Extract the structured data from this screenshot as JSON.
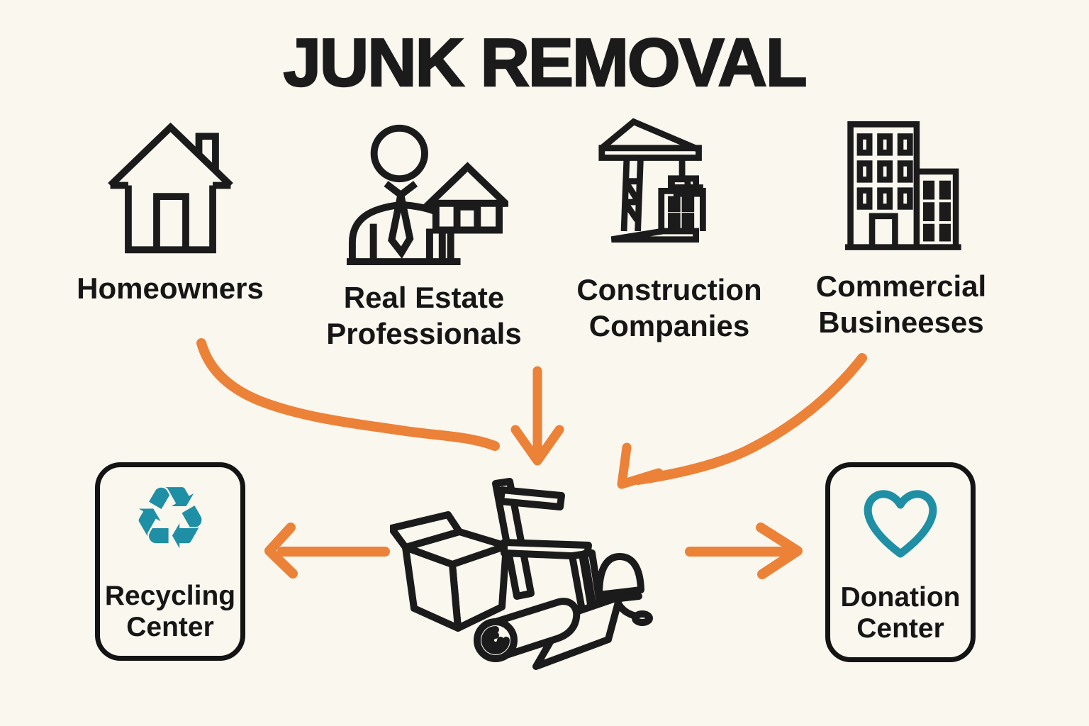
{
  "title": "JUNK REMOVAL",
  "colors": {
    "background": "#FAF7EF",
    "ink": "#1B1B1B",
    "orange": "#EC8138",
    "teal": "#1E8FA4"
  },
  "sources": [
    {
      "id": "homeowners",
      "line1": "Homeowners",
      "line2": "",
      "icon": "house-icon"
    },
    {
      "id": "real-estate",
      "line1": "Real Estate",
      "line2": "Professionals",
      "icon": "realtor-icon"
    },
    {
      "id": "construction",
      "line1": "Construction",
      "line2": "Companies",
      "icon": "crane-icon"
    },
    {
      "id": "commercial",
      "line1": "Commercial",
      "line2": "Busineeses",
      "icon": "office-buildings-icon"
    }
  ],
  "center": {
    "icon": "junk-pile-icon"
  },
  "destinations": [
    {
      "id": "recycling",
      "line1": "Recycling",
      "line2": "Center",
      "icon": "recycling-icon",
      "glyph": "♻"
    },
    {
      "id": "donation",
      "line1": "Donation",
      "line2": "Center",
      "icon": "heart-icon"
    }
  ]
}
